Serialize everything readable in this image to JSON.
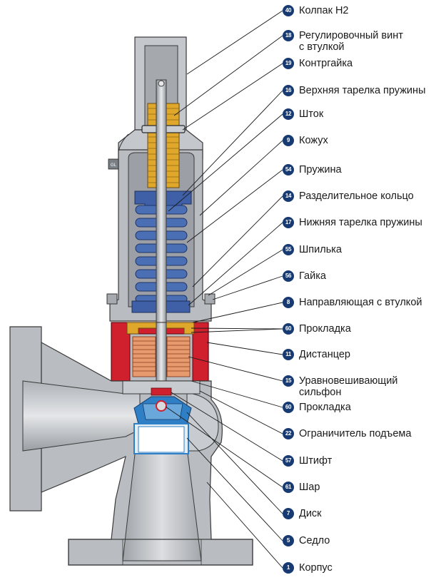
{
  "colors": {
    "callout_badge": "#173a72",
    "body_gray": "#b9bcc0",
    "spring_blue": "#4a6fb5",
    "seal_red": "#d0202e",
    "gold": "#e0a82a",
    "seat_blue": "#2f7fc6"
  },
  "tag_text": "GL",
  "callouts": [
    {
      "number": "40",
      "label": "Колпак H2"
    },
    {
      "number": "18",
      "label": "Регулировочный винт\nс втулкой"
    },
    {
      "number": "19",
      "label": "Контргайка"
    },
    {
      "number": "16",
      "label": "Верхняя тарелка пружины"
    },
    {
      "number": "12",
      "label": "Шток"
    },
    {
      "number": "9",
      "label": "Кожух"
    },
    {
      "number": "54",
      "label": "Пружина"
    },
    {
      "number": "14",
      "label": "Разделительное кольцо"
    },
    {
      "number": "17",
      "label": "Нижняя тарелка пружины"
    },
    {
      "number": "55",
      "label": "Шпилька"
    },
    {
      "number": "56",
      "label": "Гайка"
    },
    {
      "number": "8",
      "label": "Направляющая с втулкой"
    },
    {
      "number": "60",
      "label": "Прокладка"
    },
    {
      "number": "11",
      "label": "Дистанцер"
    },
    {
      "number": "15",
      "label": "Уравновешивающий\nсильфон"
    },
    {
      "number": "60",
      "label": "Прокладка"
    },
    {
      "number": "22",
      "label": "Ограничитель подъема"
    },
    {
      "number": "57",
      "label": "Штифт"
    },
    {
      "number": "61",
      "label": "Шар"
    },
    {
      "number": "7",
      "label": "Диск"
    },
    {
      "number": "5",
      "label": "Седло"
    },
    {
      "number": "1",
      "label": "Корпус"
    }
  ]
}
